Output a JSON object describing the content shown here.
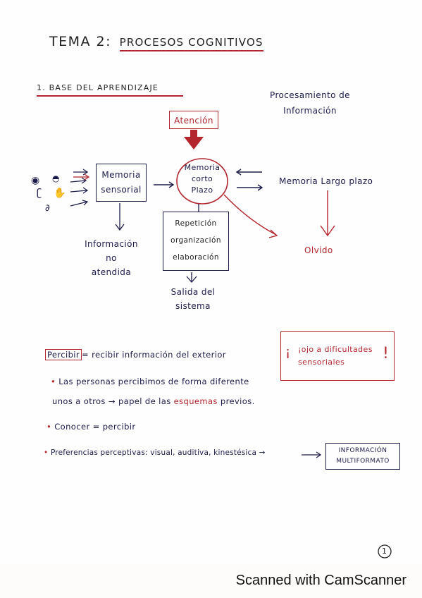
{
  "title": {
    "prefix": "TEMA 2:",
    "underlined": "PROCESOS COGNITIVOS"
  },
  "section1": {
    "heading": "1. BASE DEL APRENDIZAJE"
  },
  "processing": {
    "line1": "Procesamiento de",
    "line2": "Información"
  },
  "diagram": {
    "atencion": "Atención",
    "sensory_box": {
      "line1": "Memoria",
      "line2": "sensorial"
    },
    "short_term": {
      "line1": "Memoria",
      "line2": "corto",
      "line3": "Plazo"
    },
    "long_term": "Memoria Largo plazo",
    "olvido": "Olvido",
    "unattended": {
      "line1": "Información",
      "line2": "no",
      "line3": "atendida"
    },
    "rep_box": {
      "line1": "Repetición",
      "line2": "organización",
      "line3": "elaboración"
    },
    "exit": {
      "line1": "Salida del",
      "line2": "sistema"
    }
  },
  "callout": {
    "line1": "¡ojo a dificultades",
    "line2": "sensoriales"
  },
  "notes": {
    "percibir_word": "Percibir",
    "percibir_def": "= recibir información del exterior",
    "bullet1_line1": "Las personas percibimos de forma diferente",
    "bullet1_line2_a": "unos a otros → papel de las",
    "bullet1_line2_red": "esquemas",
    "bullet1_line2_b": "previos.",
    "bullet2": "Conocer = percibir",
    "bullet3": "Preferencias perceptivas: visual, auditiva, kinestésica →",
    "multi_box": {
      "line1": "INFORMACIÓN",
      "line2": "MULTIFORMATO"
    }
  },
  "page_number": "1",
  "footer": "Scanned with CamScanner",
  "colors": {
    "ink_navy": "#1b1b4a",
    "ink_red": "#b3262d",
    "ink_black": "#222222"
  },
  "icons": [
    "eye-icon",
    "lips-icon",
    "ear-icon",
    "hand-icon",
    "nose-icon"
  ]
}
